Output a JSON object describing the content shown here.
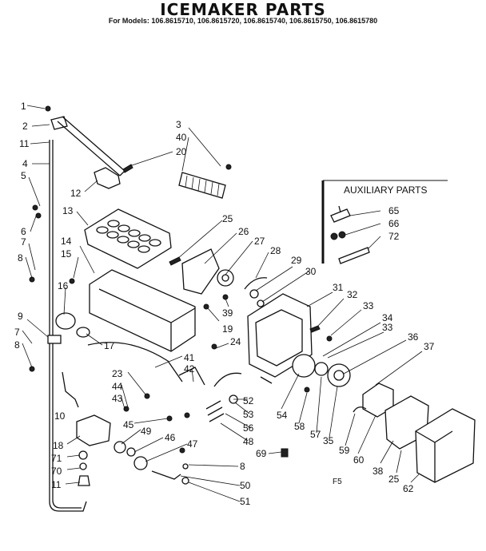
{
  "title": "ICEMAKER PARTS",
  "models": "For Models: 106.8615710, 106.8615720, 106.8615740, 106.8615750, 106.8615780",
  "auxiliary_title": "AUXILIARY PARTS",
  "footer": "F5",
  "part_labels": [
    "1",
    "2",
    "11",
    "4",
    "5",
    "6",
    "7",
    "8",
    "9",
    "7",
    "8",
    "10",
    "12",
    "13",
    "14",
    "15",
    "16",
    "17",
    "3",
    "40",
    "20",
    "25",
    "26",
    "27",
    "28",
    "29",
    "30",
    "31",
    "32",
    "33",
    "34",
    "33",
    "36",
    "37",
    "39",
    "19",
    "41",
    "42",
    "23",
    "44",
    "43",
    "45",
    "49",
    "46",
    "47",
    "18",
    "71",
    "70",
    "11",
    "24",
    "52",
    "53",
    "56",
    "48",
    "69",
    "8",
    "50",
    "51",
    "54",
    "58",
    "57",
    "35",
    "59",
    "60",
    "38",
    "25",
    "62",
    "65",
    "66",
    "72"
  ]
}
